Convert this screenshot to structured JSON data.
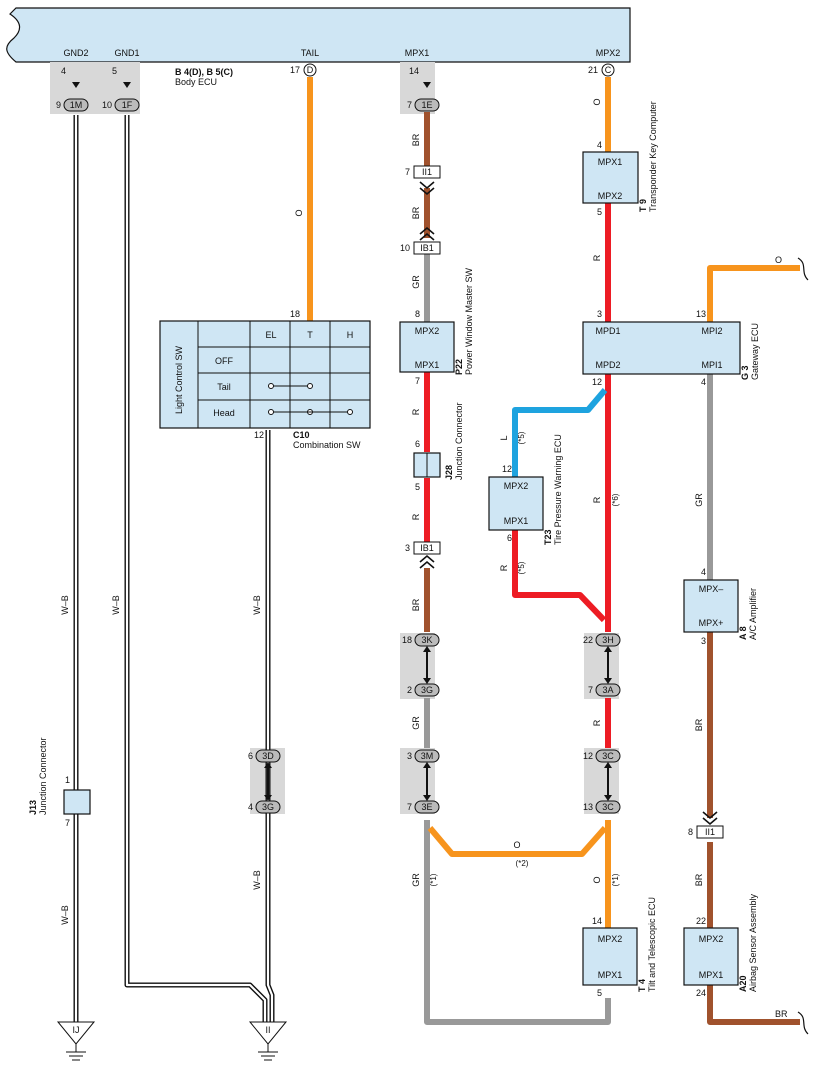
{
  "wire_colors": {
    "orange": "#f7941d",
    "brown": "#a0522d",
    "gray": "#999999",
    "red": "#ed1c24",
    "blue": "#1ea3df",
    "white_black": "#ffffff"
  },
  "body_ecu": {
    "code": "B 4(D), B 5(C)",
    "name": "Body ECU",
    "terminals": [
      "GND2",
      "GND1",
      "TAIL",
      "MPX1",
      "MPX2"
    ]
  },
  "combination_sw": {
    "code": "C10",
    "name": "Combination SW",
    "side_label": "Light Control SW",
    "columns": [
      "EL",
      "T",
      "H"
    ],
    "rows": [
      "OFF",
      "Tail",
      "Head"
    ],
    "pin_top": "18",
    "pin_bottom": "12"
  },
  "power_window": {
    "code": "P22",
    "name": "Power Window Master SW",
    "top": "MPX2",
    "bottom": "MPX1"
  },
  "transponder": {
    "code": "T 9",
    "name": "Transponder Key Computer",
    "top": "MPX1",
    "bottom": "MPX2"
  },
  "gateway": {
    "code": "G 3",
    "name": "Gateway ECU",
    "tl": "MPD1",
    "bl": "MPD2",
    "tr": "MPI2",
    "br": "MPI1"
  },
  "tire_pressure": {
    "code": "T23",
    "name": "Tire Pressure Warning ECU",
    "top": "MPX2",
    "bottom": "MPX1"
  },
  "jc_j28": {
    "code": "J28",
    "name": "Junction Connector"
  },
  "jc_j13": {
    "code": "J13",
    "name": "Junction Connector"
  },
  "ac_amp": {
    "code": "A 8",
    "name": "A/C Amplifier",
    "top": "MPX–",
    "bottom": "MPX+"
  },
  "tilt": {
    "code": "T 4",
    "name": "Tilt and Telescopic ECU",
    "top": "MPX2",
    "bottom": "MPX1"
  },
  "airbag": {
    "code": "A20",
    "name": "Airbag Sensor Assembly",
    "top": "MPX2",
    "bottom": "MPX1"
  },
  "grounds": [
    "IJ",
    "II"
  ],
  "connectors": {
    "c1M": "1M",
    "c1F": "1F",
    "cD": "D",
    "c1E": "1E",
    "cC": "C",
    "cII1a": "II1",
    "cIB1a": "IB1",
    "cIB1b": "IB1",
    "cII1b": "II1",
    "c3K": "3K",
    "c3G": "3G",
    "c3M": "3M",
    "c3E": "3E",
    "c3D": "3D",
    "c3Gb": "3G",
    "c3H": "3H",
    "c3A": "3A",
    "c3C": "3C",
    "c3Cb": "3C"
  },
  "pins": {
    "p4": "4",
    "p5": "5",
    "p9": "9",
    "p10": "10",
    "p17": "17",
    "p14": "14",
    "p7": "7",
    "p21": "21",
    "ii1_7": "7",
    "ib1_10": "10",
    "pw_8": "8",
    "pw_7": "7",
    "j28_6": "6",
    "j28_5": "5",
    "ib1_3": "3",
    "k18": "18",
    "g2": "2",
    "m3": "3",
    "e7": "7",
    "d6": "6",
    "gb4": "4",
    "tr4": "4",
    "tr5": "5",
    "gw3": "3",
    "gw12": "12",
    "gw13": "13",
    "gw4": "4",
    "tp12": "12",
    "tp6": "6",
    "h22": "22",
    "a7": "7",
    "c12": "12",
    "cb13": "13",
    "tl14": "14",
    "tl5": "5",
    "ac4": "4",
    "ac3": "3",
    "ii1_8": "8",
    "ab22": "22",
    "ab24": "24",
    "j13_1": "1",
    "j13_7": "7"
  },
  "wire_labels": {
    "wb1": "W–B",
    "wb2": "W–B",
    "wb3": "W–B",
    "wb4": "W–B",
    "wb5": "W–B",
    "o1": "O",
    "o2": "O",
    "o3": "O",
    "o4": "O",
    "o5": "O",
    "br1": "BR",
    "br2": "BR",
    "br3": "BR",
    "br4": "BR",
    "br5": "BR",
    "br6": "BR",
    "gr1": "GR",
    "gr2": "GR",
    "gr3": "GR",
    "gr4": "GR",
    "r1": "R",
    "r2": "R",
    "r3": "R",
    "r4": "R",
    "r5": "R",
    "r6": "R",
    "l1": "L"
  },
  "notes": {
    "n5a": "(*5)",
    "n5b": "(*5)",
    "n6": "(*6)",
    "n2": "(*2)",
    "n1a": "(*1)",
    "n1b": "(*1)"
  }
}
